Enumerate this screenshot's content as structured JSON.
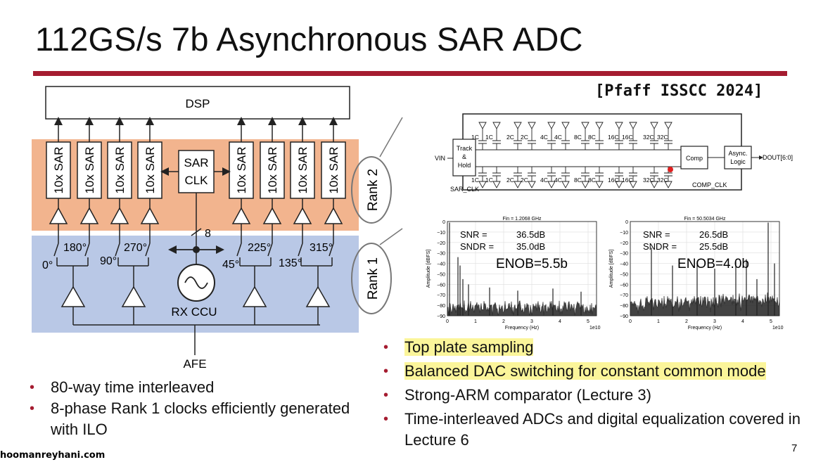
{
  "slide": {
    "title": "112GS/s 7b Asynchronous SAR ADC",
    "citation": "[Pfaff ISSCC 2024]",
    "page_number": "7",
    "watermark": "hoomanreyhani.com",
    "accent_color": "#a51c30"
  },
  "block_diagram": {
    "dsp_label": "DSP",
    "sar_label": "10x SAR",
    "sar_clk_label": "SAR CLK",
    "bus_width": "8",
    "rank2_label": "Rank 2",
    "rank1_label": "Rank 1",
    "ccu_label": "RX CCU",
    "afe_label": "AFE",
    "phases": [
      "0°",
      "180°",
      "90°",
      "270°",
      "45°",
      "225°",
      "135°",
      "315°"
    ],
    "rank2_color": "#f2b48e",
    "rank1_color": "#b9c8e6"
  },
  "adc_schematic": {
    "vin": "VIN",
    "track_hold": [
      "Track",
      "&",
      "Hold"
    ],
    "sar_clk": "SAR_CLK",
    "cap_labels": [
      "1C",
      "1C",
      "2C",
      "2C",
      "4C",
      "4C",
      "8C",
      "8C",
      "16C",
      "16C",
      "32C",
      "32C"
    ],
    "comp": "Comp",
    "async_logic": [
      "Async.",
      "Logic"
    ],
    "dout": "DOUT[6:0]",
    "comp_clk": "COMP_CLK"
  },
  "spectra": [
    {
      "fin": "Fin = 1.2068 GHz",
      "snr_label": "SNR =",
      "snr": "36.5dB",
      "sndr_label": "SNDR =",
      "sndr": "35.0dB",
      "enob": "ENOB=5.5b",
      "ylabel": "Amplitude [dBFS]",
      "xlabel": "Frequency (Hz)",
      "xexp": "1e10",
      "yticks": [
        "0",
        "−10",
        "−20",
        "−30",
        "−40",
        "−50",
        "−60",
        "−70",
        "−80",
        "−90"
      ],
      "xticks": [
        "0",
        "1",
        "2",
        "3",
        "4",
        "5"
      ]
    },
    {
      "fin": "Fin = 50.5034 GHz",
      "snr_label": "SNR =",
      "snr": "26.5dB",
      "sndr_label": "SNDR =",
      "sndr": "25.5dB",
      "enob": "ENOB=4.0b",
      "ylabel": "Amplitude [dBFS]",
      "xlabel": "Frequency (Hz)",
      "xexp": "1e10",
      "yticks": [
        "0",
        "−10",
        "−20",
        "−30",
        "−40",
        "−50",
        "−60",
        "−70",
        "−80",
        "−90"
      ],
      "xticks": [
        "0",
        "1",
        "2",
        "3",
        "4",
        "5"
      ]
    }
  ],
  "left_bullets": [
    "80-way time interleaved",
    "8-phase Rank 1 clocks efficiently generated with ILO"
  ],
  "right_bullets": [
    {
      "text": "Top plate sampling",
      "highlight": true
    },
    {
      "text": "Balanced DAC switching for constant common mode",
      "highlight": true
    },
    {
      "text": "Strong-ARM comparator (Lecture 3)",
      "highlight": false
    },
    {
      "text": "Time-interleaved ADCs and digital equalization covered in Lecture 6",
      "highlight": false
    }
  ]
}
